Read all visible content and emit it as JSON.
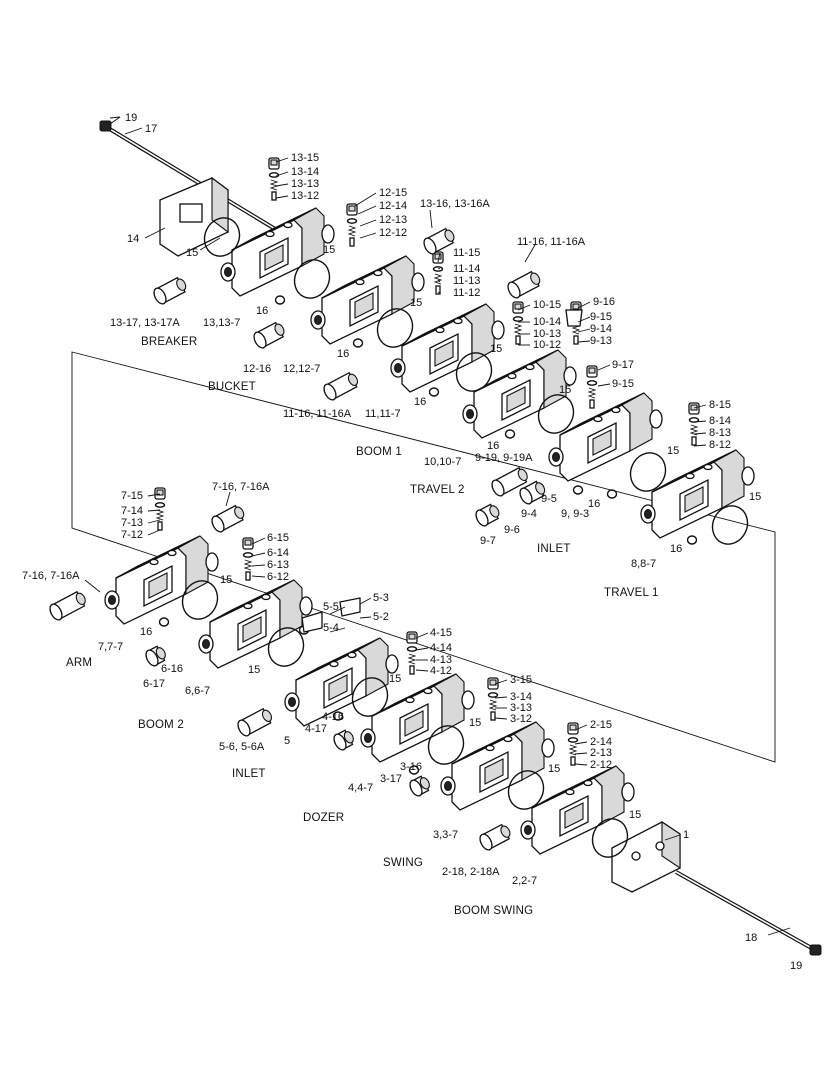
{
  "diagram": {
    "sections": {
      "breaker": "BREAKER",
      "bucket": "BUCKET",
      "boom1": "BOOM 1",
      "travel2": "TRAVEL  2",
      "inlet_upper": "INLET",
      "travel1": "TRAVEL  1",
      "arm": "ARM",
      "boom2": "BOOM 2",
      "inlet_lower": "INLET",
      "dozer": "DOZER",
      "swing": "SWING",
      "boom_swing": "BOOM SWING"
    },
    "part_labels": {
      "p19_top": "19",
      "p17": "17",
      "p14": "14",
      "p15_breaker": "15",
      "p13_15": "13-15",
      "p13_14": "13-14",
      "p13_13": "13-13",
      "p13_12": "13-12",
      "p13_17": "13-17, 13-17A",
      "p13_7": "13,13-7",
      "p12_15": "12-15",
      "p12_14": "12-14",
      "p12_13": "12-13",
      "p12_12": "12-12",
      "p13_16": "13-16, 13-16A",
      "p15_bucket": "15",
      "p16_bucket": "16",
      "p12_16": "12-16",
      "p12_7": "12,12-7",
      "p11_15": "11-15",
      "p11_14": "11-14",
      "p11_13": "11-13",
      "p11_12": "11-12",
      "p11_16_top": "11-16, 11-16A",
      "p15_boom1": "15",
      "p16_boom1": "16",
      "p11_16_bot": "11-16, 11-16A",
      "p11_7": "11,11-7",
      "p10_15": "10-15",
      "p10_14": "10-14",
      "p10_13": "10-13",
      "p10_12": "10-12",
      "p9_16": "9-16",
      "p9_15a": "9-15",
      "p9_14": "9-14",
      "p9_13": "9-13",
      "p15_travel2": "15",
      "p16_travel2": "16",
      "p10_7": "10,10-7",
      "p9_17": "9-17",
      "p9_15b": "9-15",
      "p15_inlet": "15",
      "p9_19": "9-19, 9-19A",
      "p9_5": "9-5",
      "p9_4": "9-4",
      "p9_6": "9-6",
      "p9_7": "9-7",
      "p9_3": "9, 9-3",
      "p16_inlet": "16",
      "p8_15": "8-15",
      "p8_14": "8-14",
      "p8_13": "8-13",
      "p8_12": "8-12",
      "p15_travel1": "15",
      "p16_travel1": "16",
      "p8_7": "8,8-7",
      "p7_16_top": "7-16, 7-16A",
      "p7_15": "7-15",
      "p7_14": "7-14",
      "p7_13": "7-13",
      "p7_12": "7-12",
      "p7_16_left": "7-16, 7-16A",
      "p15_arm": "15",
      "p16_arm": "16",
      "p7_7": "7,7-7",
      "p6_15": "6-15",
      "p6_14": "6-14",
      "p6_13": "6-13",
      "p6_12": "6-12",
      "p6_16": "6-16",
      "p6_17": "6-17",
      "p6_7": "6,6-7",
      "p15_boom2": "15",
      "p5_3": "5-3",
      "p5_5": "5-5",
      "p5_2": "5-2",
      "p5_4": "5-4",
      "p5_6": "5-6, 5-6A",
      "p5": "5",
      "p15_inlet2": "15",
      "p4_15": "4-15",
      "p4_14": "4-14",
      "p4_13": "4-13",
      "p4_12": "4-12",
      "p4_16": "4-16",
      "p4_17": "4-17",
      "p4_7": "4,4-7",
      "p15_dozer": "15",
      "p3_15": "3-15",
      "p3_14": "3-14",
      "p3_13": "3-13",
      "p3_12": "3-12",
      "p3_16": "3-16",
      "p3_17": "3-17",
      "p3_7": "3,3-7",
      "p15_swing": "15",
      "p2_15": "2-15",
      "p2_14": "2-14",
      "p2_13": "2-13",
      "p2_12": "2-12",
      "p2_18": "2-18, 2-18A",
      "p2_7": "2,2-7",
      "p15_bswing": "15",
      "p1": "1",
      "p18": "18",
      "p19_bot": "19"
    }
  }
}
